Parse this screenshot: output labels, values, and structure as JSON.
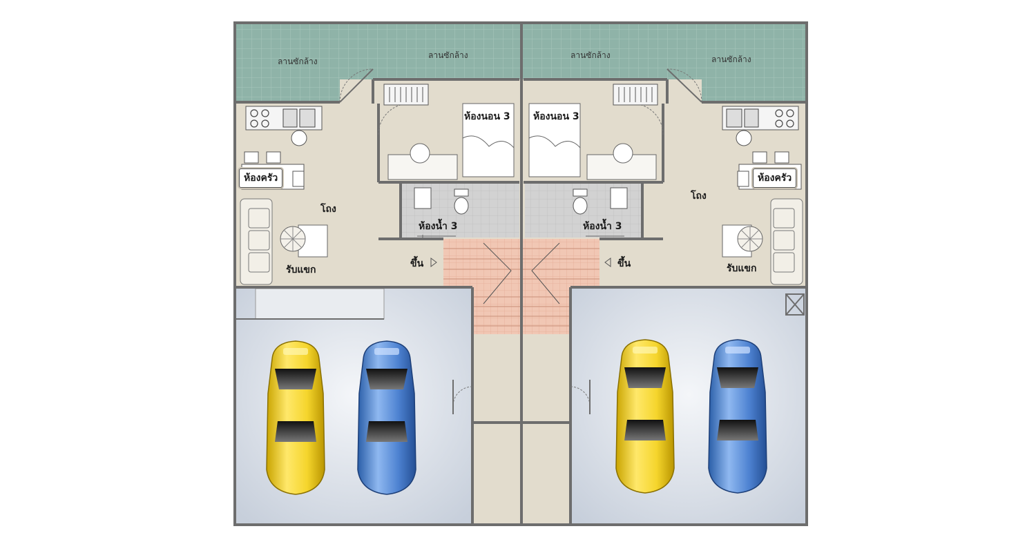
{
  "plan": {
    "left_unit": {
      "laundry_1": "ลานซักล้าง",
      "laundry_2": "ลานซักล้าง",
      "bedroom": "ห้องนอน 3",
      "kitchen": "ห้องครัว",
      "living": "โถง",
      "bathroom": "ห้องน้ำ 3",
      "stairs_up": "ขึ้น",
      "guest": "รับแขก"
    },
    "right_unit": {
      "laundry_1": "ลานซักล้าง",
      "laundry_2": "ลานซักล้าง",
      "bedroom": "ห้องนอน 3",
      "kitchen": "ห้องครัว",
      "living": "โถง",
      "bathroom": "ห้องน้ำ 3",
      "stairs_up": "ขึ้น",
      "guest": "รับแขก"
    }
  },
  "colors": {
    "laundry_tile": "#8fb3a8",
    "floor": "#e2dccd",
    "garage": "#d9dfe8",
    "stair": "#f1c7b4",
    "wall": "#6d6d6d",
    "car_yellow": "#f2d43a",
    "car_blue": "#4a7fcf"
  },
  "icons": [
    "stove-icon",
    "sink-icon",
    "bed-icon",
    "toilet-icon",
    "sofa-icon",
    "table-icon",
    "car-icon",
    "door-swing-icon",
    "stairs-arrow-icon"
  ]
}
